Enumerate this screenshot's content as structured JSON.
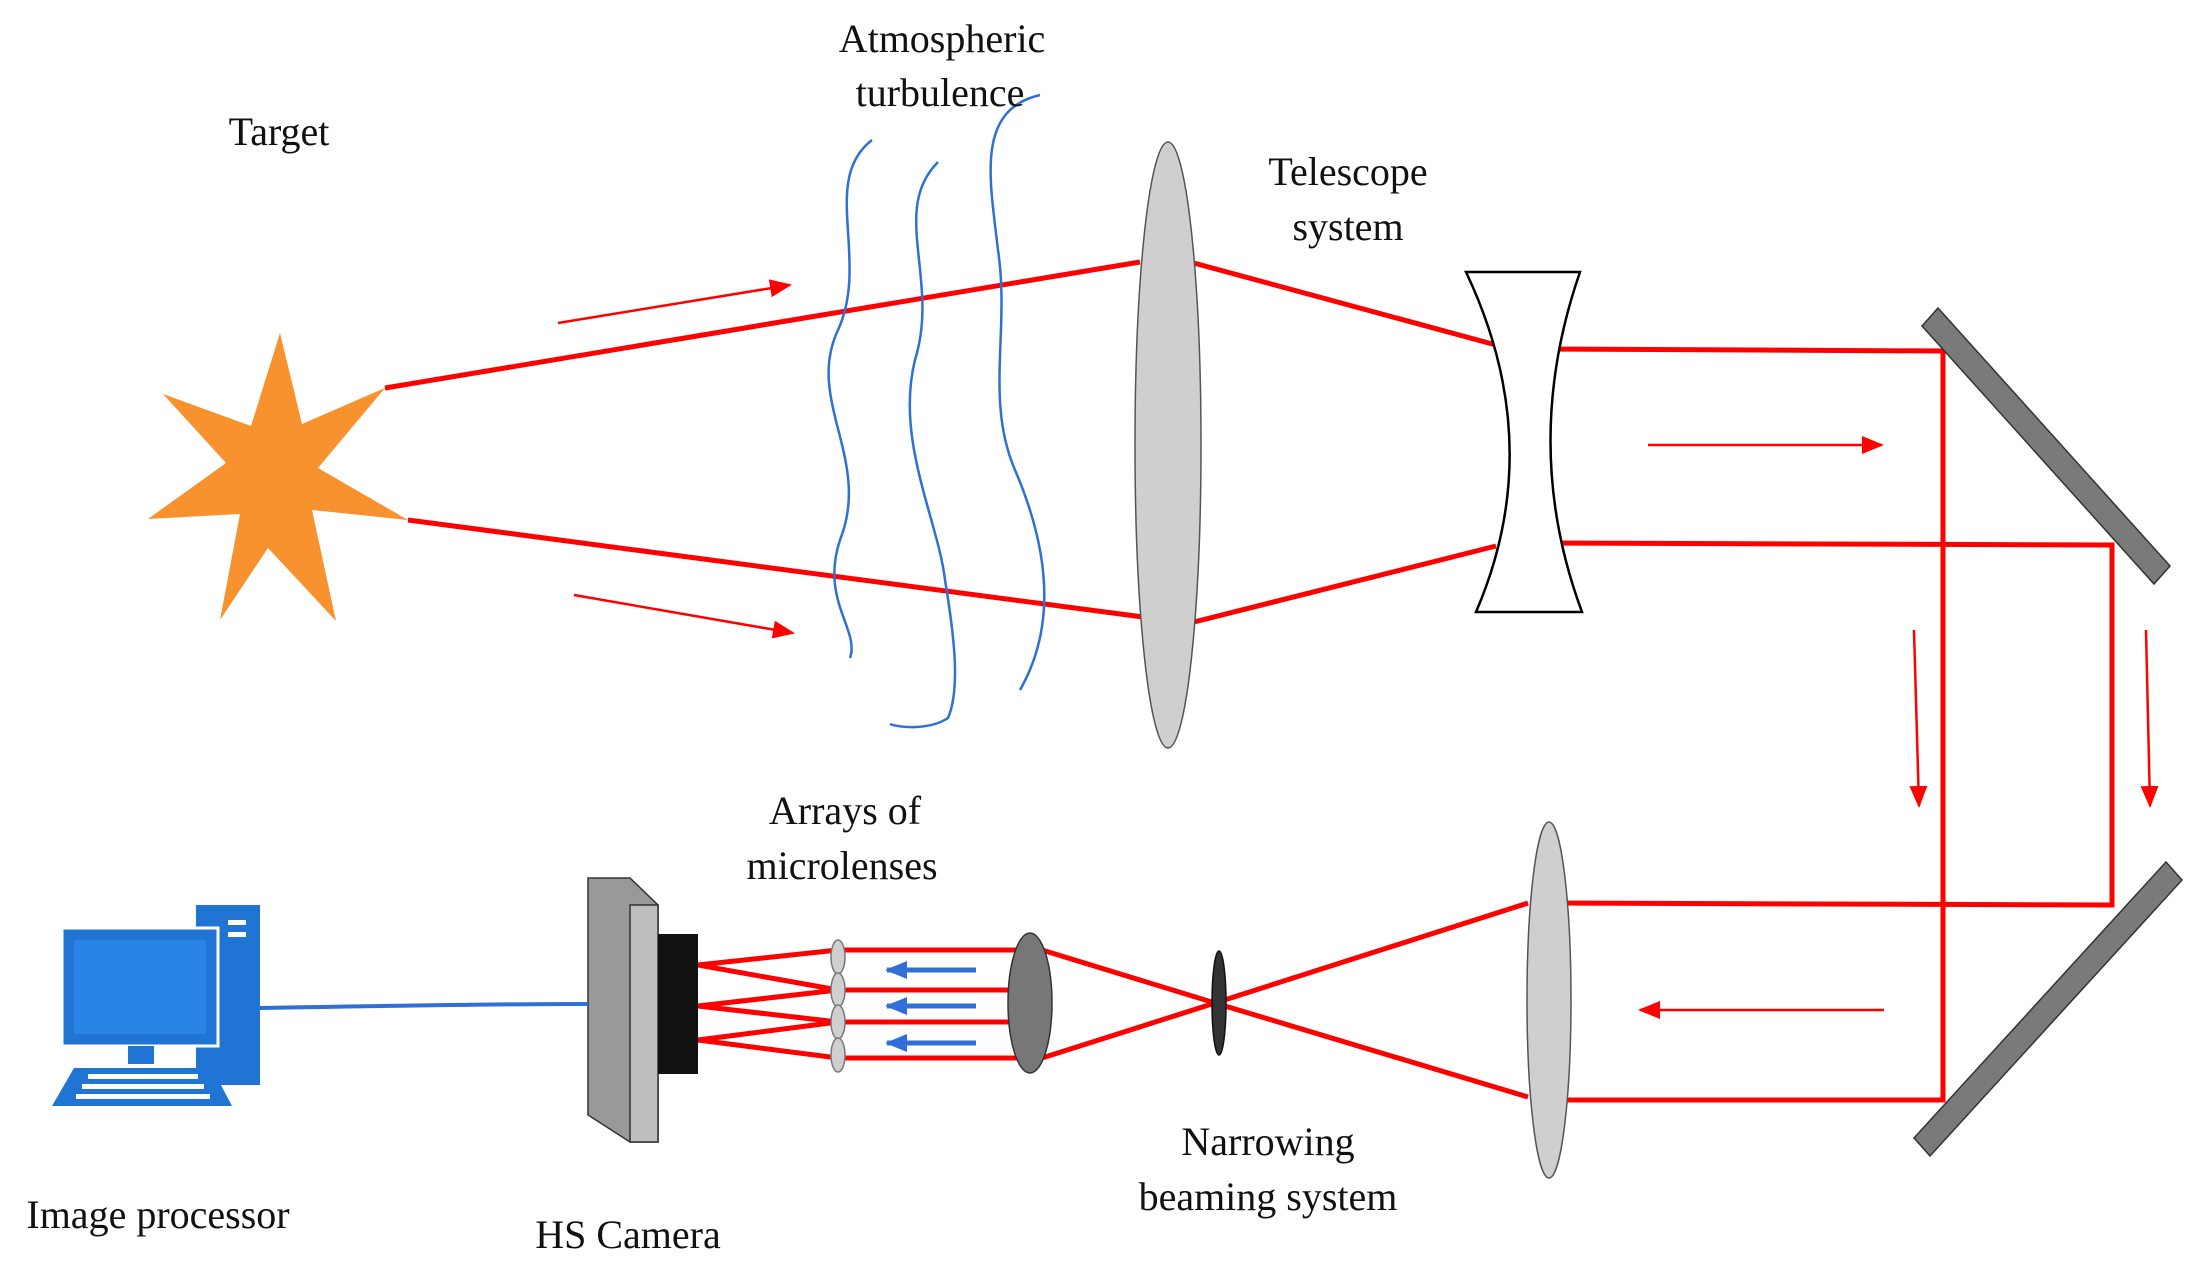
{
  "labels": {
    "target": "Target",
    "atmos_1": "Atmospheric",
    "atmos_2": "turbulence",
    "telescope_1": "Telescope",
    "telescope_2": "system",
    "arrays_1": "Arrays of",
    "arrays_2": "microlenses",
    "narrowing_1": "Narrowing",
    "narrowing_2": "beaming system",
    "image_processor": "Image processor",
    "hs_camera": "HS Camera"
  },
  "colors": {
    "beam": "#ff0000",
    "turbulence": "#2f6fd6",
    "cable": "#2f6fd6",
    "target": "#f7922e",
    "computer": "#1f74d4",
    "lens_fill": "#cfcfcf",
    "mirror": "#7a7a7a"
  },
  "icons": {
    "target": "star-burst-icon",
    "computer": "desktop-computer-icon"
  }
}
